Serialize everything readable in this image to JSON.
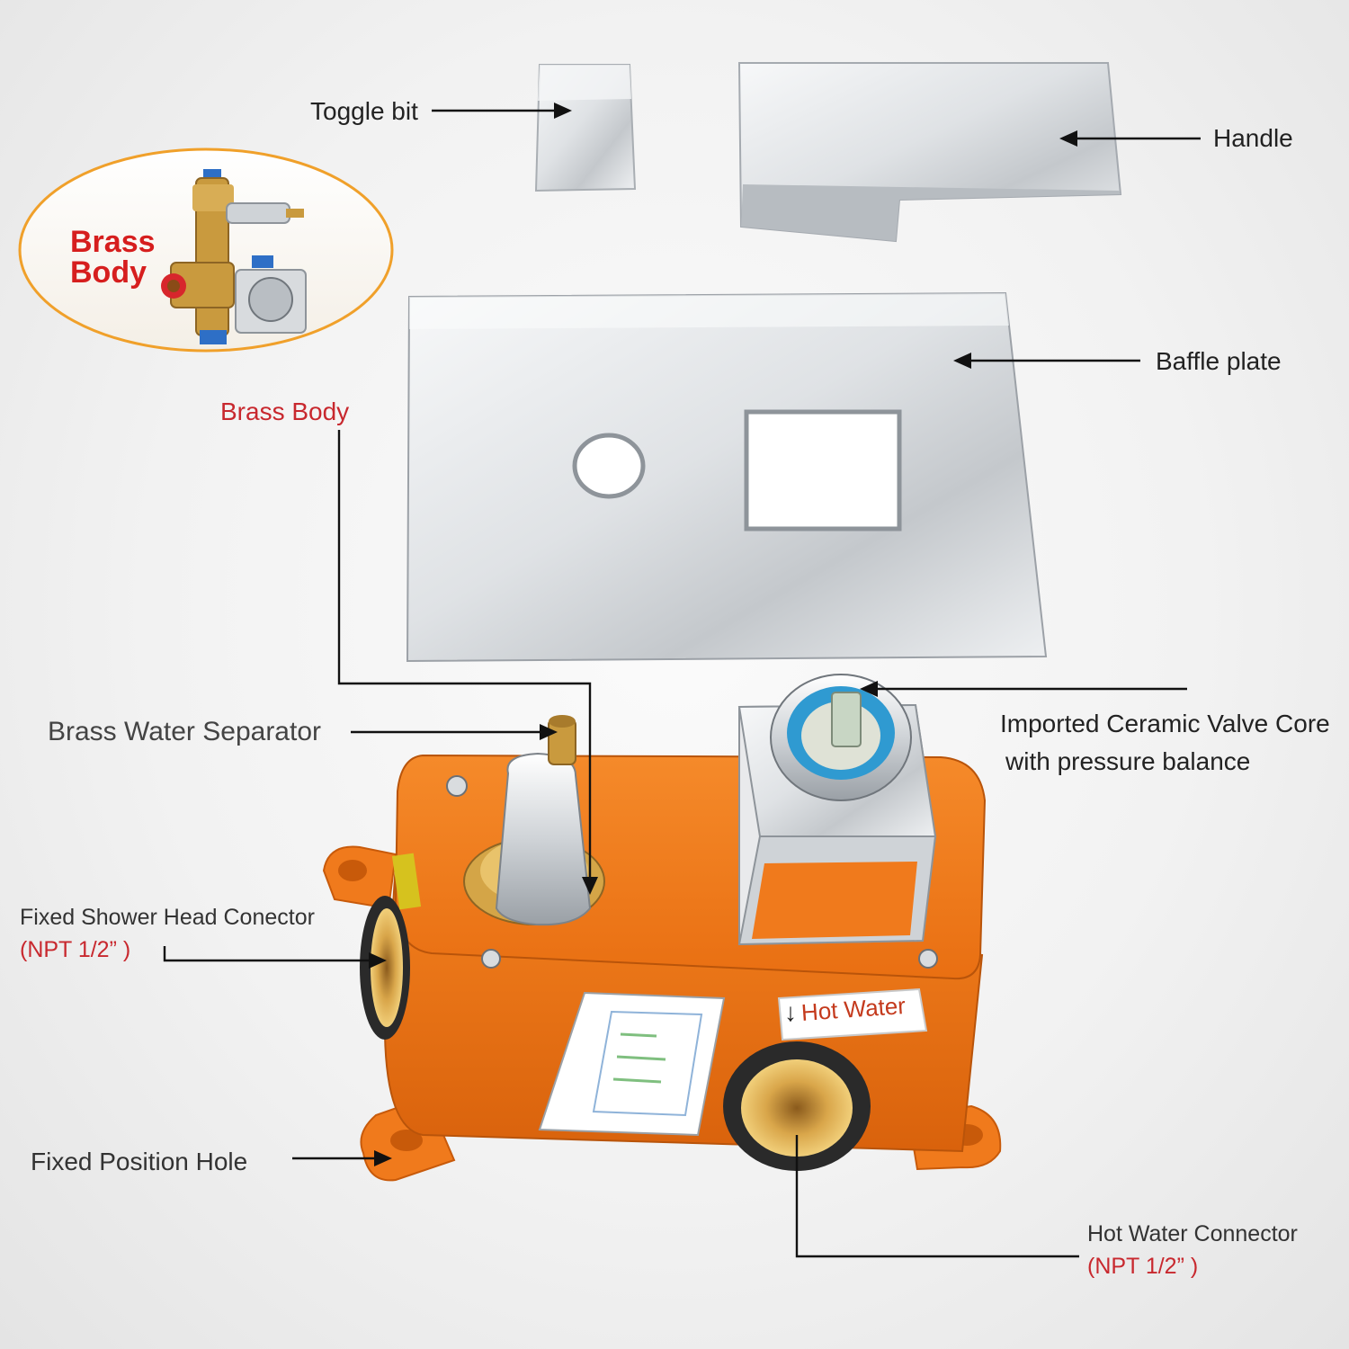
{
  "labels": {
    "toggle_bit": "Toggle bit",
    "handle": "Handle",
    "baffle_plate": "Baffle plate",
    "brass_body": "Brass Body",
    "brass_water_separator": "Brass Water Separator",
    "ceramic_core_line1": "Imported Ceramic Valve Core",
    "ceramic_core_line2": "with pressure balance",
    "shower_connector_line1": "Fixed Shower Head Conector",
    "shower_connector_line2": "(NPT 1/2” )",
    "fixed_position_hole": "Fixed Position Hole",
    "hot_water_connector_line1": "Hot Water Connector",
    "hot_water_connector_line2": "(NPT 1/2” )",
    "hot_water_tag": "Hot Water"
  },
  "badge": {
    "line1": "Brass",
    "line2": "Body"
  },
  "colors": {
    "box_orange": "#f07a1c",
    "box_orange_dark": "#c85a0a",
    "chrome": "#d9dcdf",
    "label_red": "#c8282e",
    "badge_border": "#f0a02a"
  }
}
